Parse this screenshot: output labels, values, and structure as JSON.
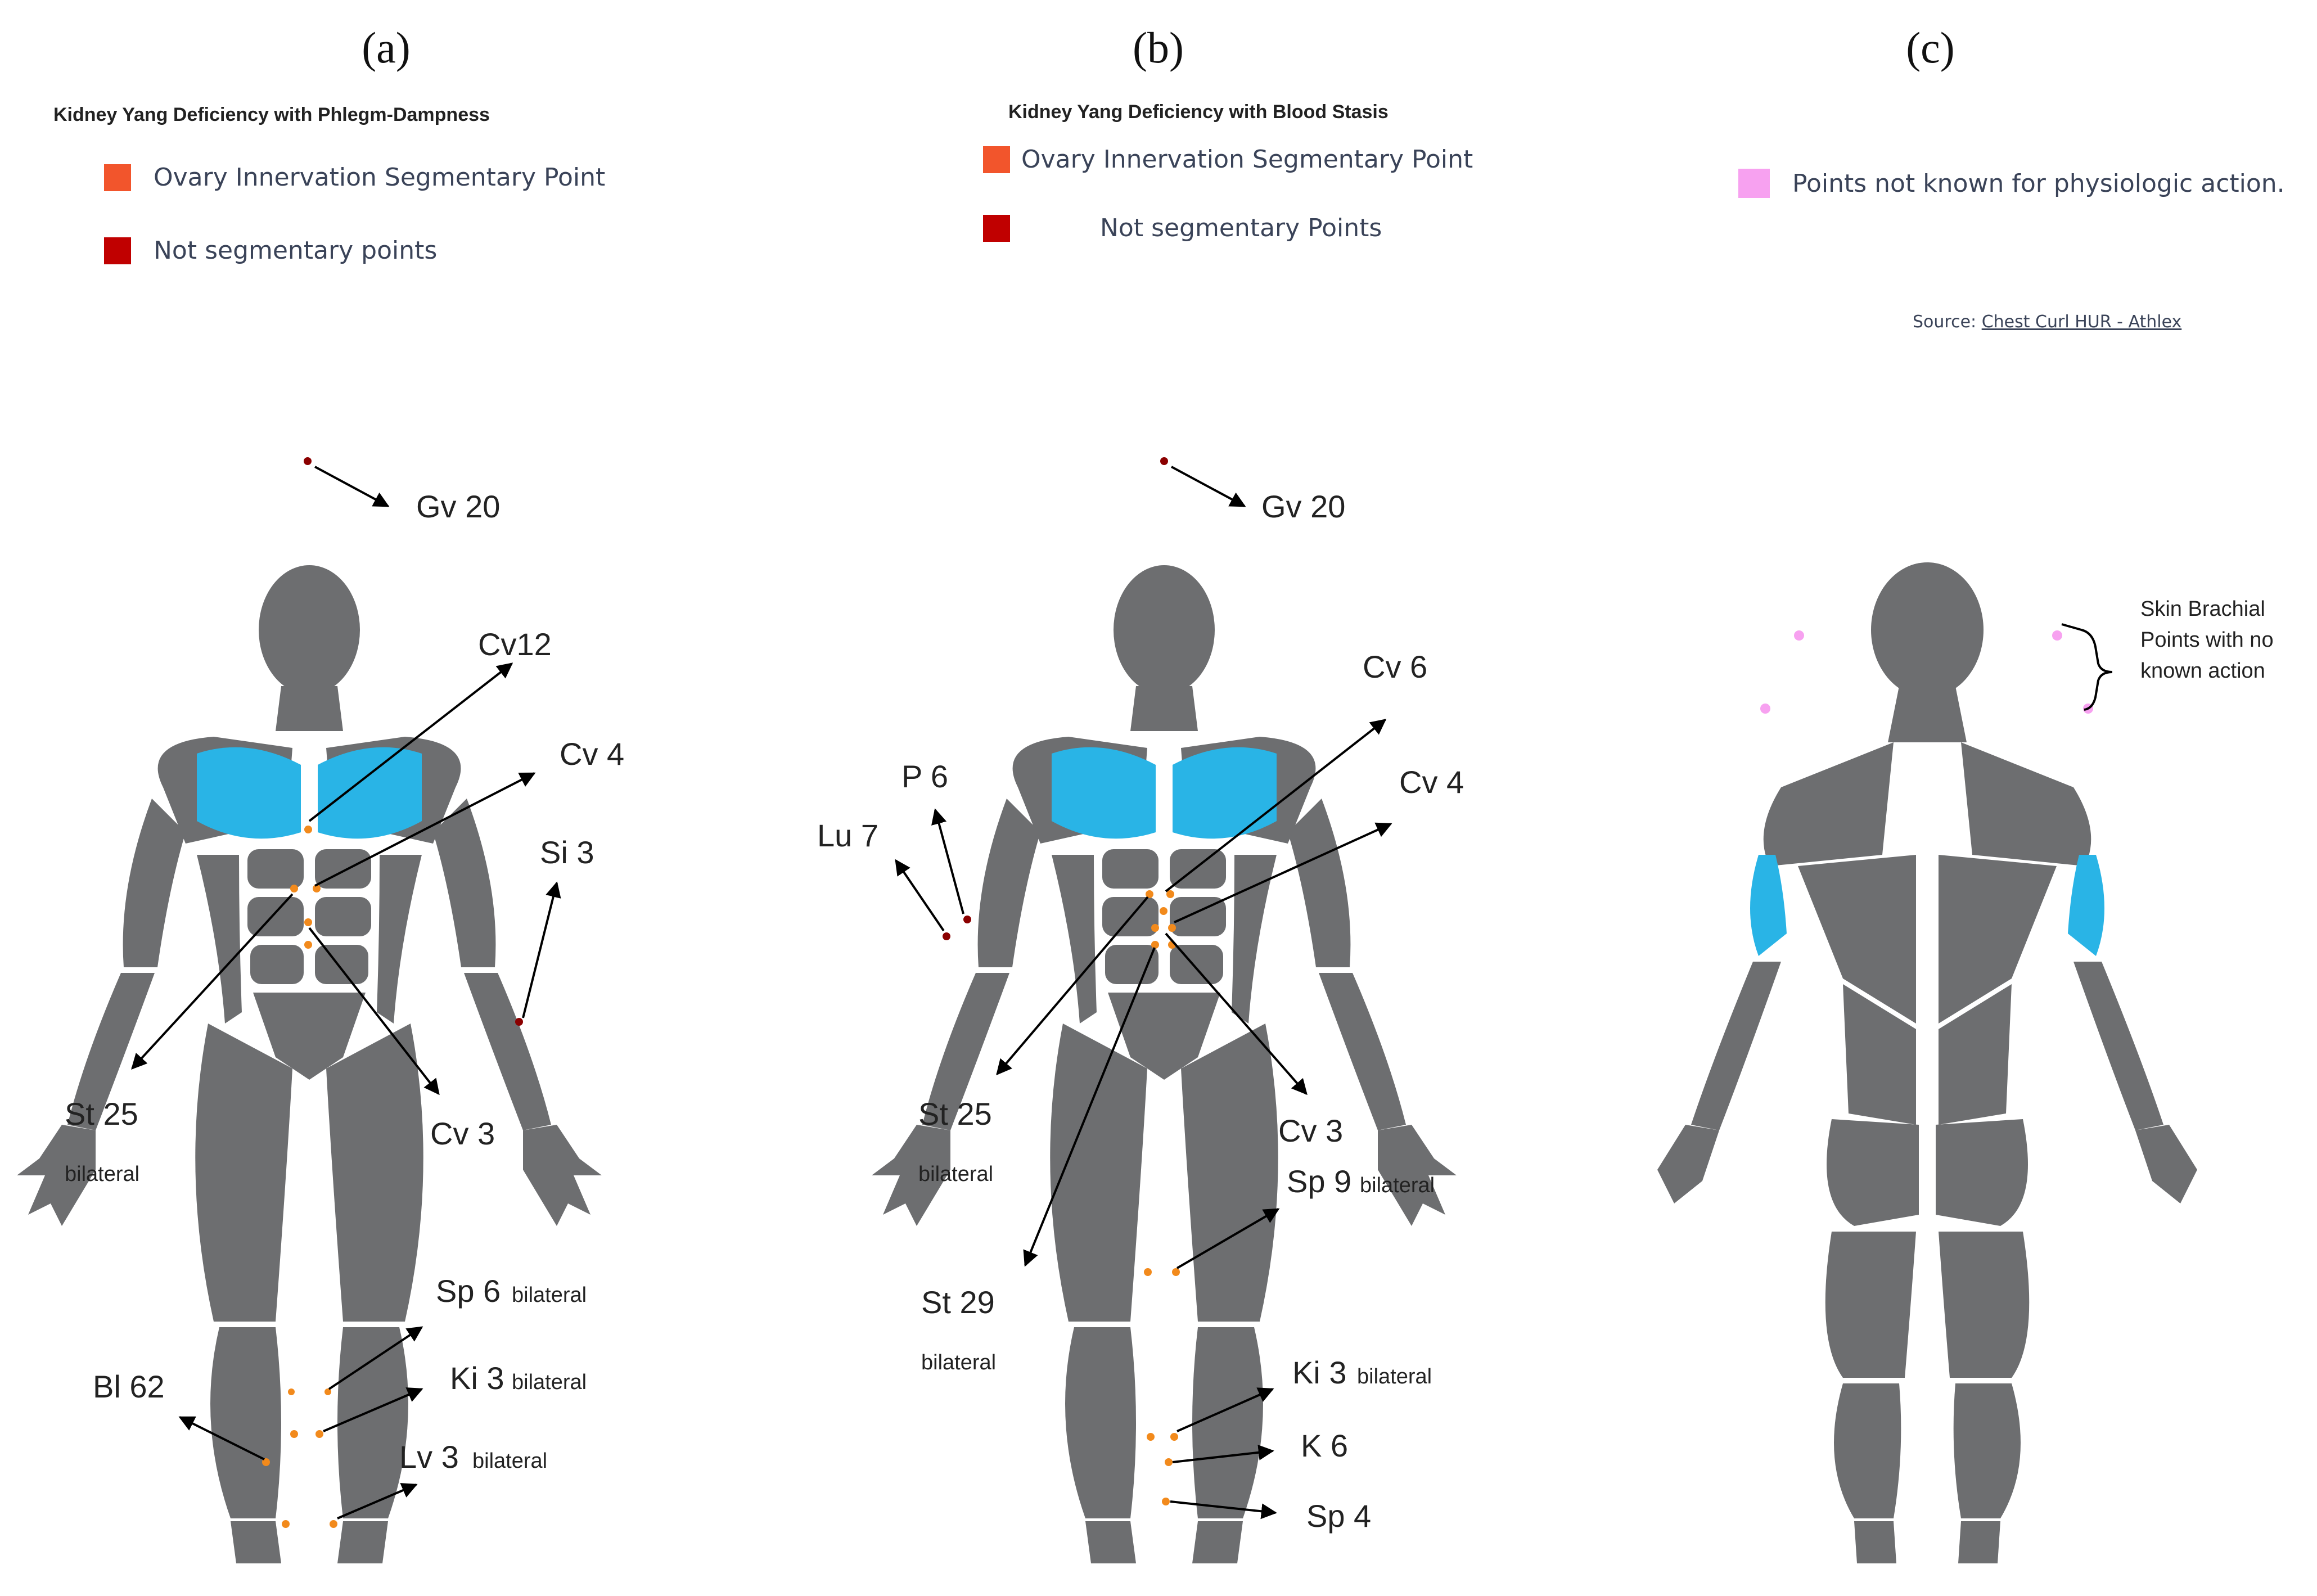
{
  "panels": {
    "a": {
      "label": "(a)",
      "title": "Kidney Yang Deficiency with Phlegm-Dampness",
      "legend": [
        {
          "label": "Ovary Innervation Segmentary Point",
          "color": "#f2552c"
        },
        {
          "label": "Not segmentary points",
          "color": "#c00000"
        }
      ],
      "points": {
        "gv20": "Gv 20",
        "cv12": "Cv12",
        "cv4": "Cv 4",
        "si3": "Si 3",
        "st25": "St 25",
        "st25_sub": "bilateral",
        "cv3": "Cv 3",
        "sp6": "Sp 6",
        "sp6_sub": "bilateral",
        "ki3": "Ki 3",
        "ki3_sub": "bilateral",
        "bl62": "Bl 62",
        "lv3": "Lv 3",
        "lv3_sub": "bilateral"
      }
    },
    "b": {
      "label": "(b)",
      "title": "Kidney Yang Deficiency with Blood Stasis",
      "legend": [
        {
          "label": "Ovary Innervation Segmentary Point",
          "color": "#f2552c"
        },
        {
          "label": "Not segmentary Points",
          "color": "#c00000"
        }
      ],
      "points": {
        "gv20": "Gv 20",
        "cv6": "Cv 6",
        "cv4": "Cv 4",
        "p6": "P 6",
        "lu7": "Lu 7",
        "st25": "St 25",
        "st25_sub": "bilateral",
        "cv3": "Cv 3",
        "sp9": "Sp 9",
        "sp9_sub": "bilateral",
        "st29": "St 29",
        "st29_sub": "bilateral",
        "ki3": "Ki 3",
        "ki3_sub": "bilateral",
        "k6": "K 6",
        "sp4": "Sp 4"
      }
    },
    "c": {
      "label": "(c)",
      "legend": [
        {
          "label": "Points not known for physiologic action.",
          "color": "#f7a1f0"
        }
      ],
      "source_prefix": "Source: ",
      "source_link": "Chest Curl HUR - Athlex",
      "annotation": [
        "Skin Brachial",
        "Points with no",
        "known action"
      ]
    }
  },
  "colors": {
    "body": "#6d6e70",
    "chest": "#29b4e6",
    "segmentary": "#f28a1c",
    "non_segmentary": "#8b0000",
    "unknown": "#f7a1f0"
  }
}
